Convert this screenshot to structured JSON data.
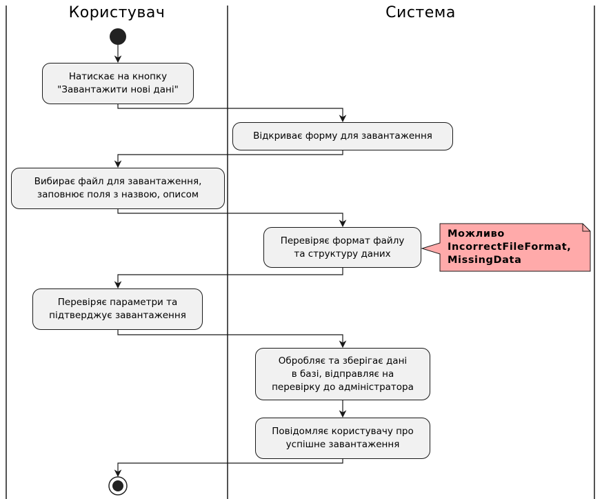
{
  "lanes": [
    {
      "title": "Користувач"
    },
    {
      "title": "Система"
    }
  ],
  "activities": [
    {
      "text": "Натискає на кнопку\n\"Завантажити нові дані\""
    },
    {
      "text": "Відкриває форму для завантаження"
    },
    {
      "text": "Вибирає файл для завантаження,\nзаповнює поля з назвою, описом"
    },
    {
      "text": "Перевіряє формат файлу\nта структуру даних"
    },
    {
      "text": "Перевіряє параметри та\nпідтверджує завантаження"
    },
    {
      "text": "Обробляє та зберігає дані\nв базі, відправляє на\nперевірку до адміністратора"
    },
    {
      "text": "Повідомляє користувачу про\nуспішне завантаження"
    }
  ],
  "note": {
    "text": "Можливо\nIncorrectFileFormat,\nMissingData",
    "fill_color": "#ffaaaa"
  },
  "colors": {
    "activity_fill": "#f1f1f1",
    "line": "#181818",
    "note_fill": "#ffaaaa"
  }
}
